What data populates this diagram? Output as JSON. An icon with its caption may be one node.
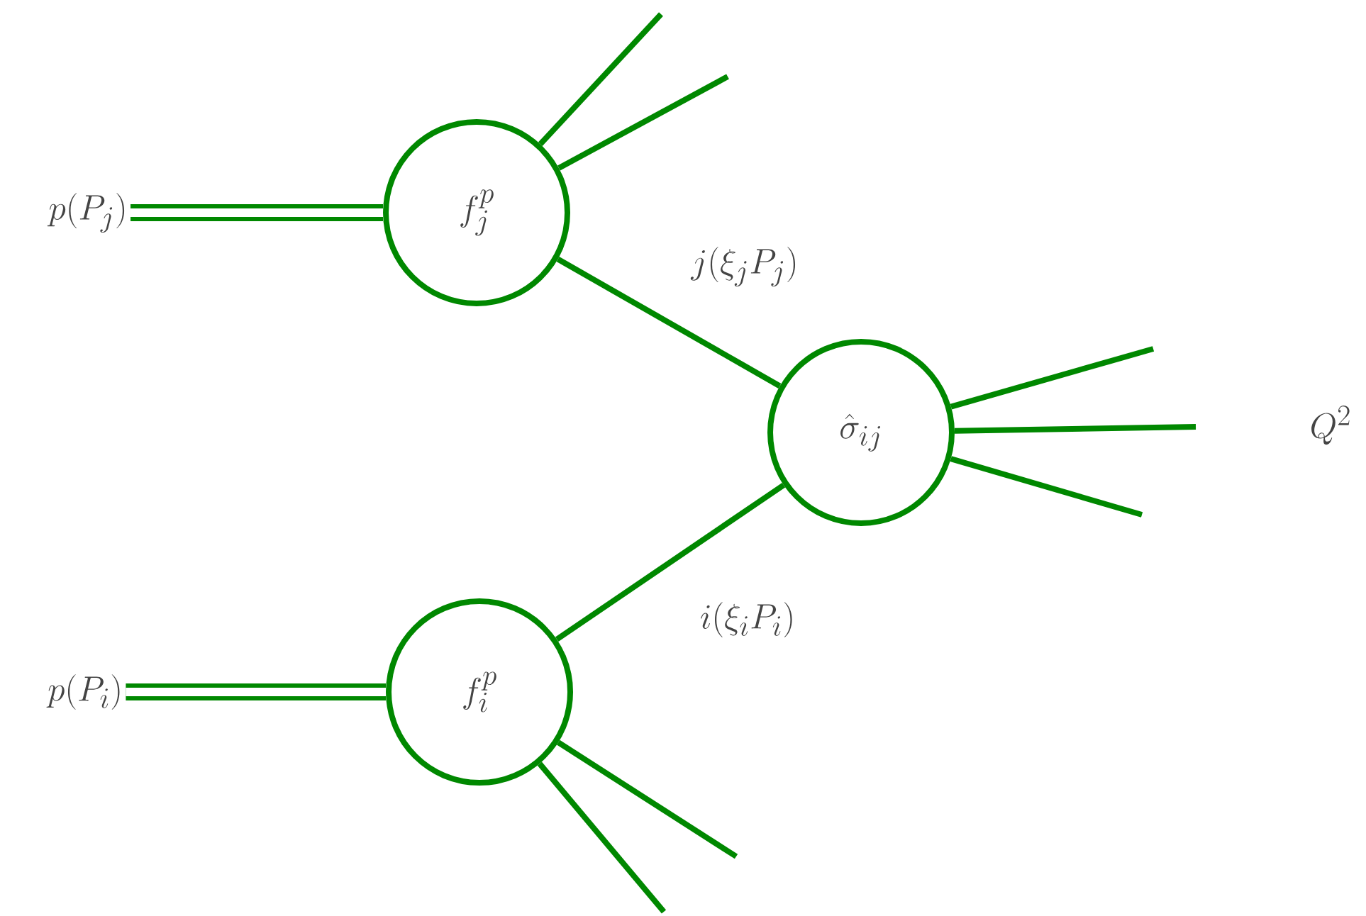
{
  "diagram": {
    "nodes": [
      {
        "text": [
          "p(P_j)"
        ]
      },
      {
        "text": [
          "f_j^p"
        ]
      },
      {
        "text": [
          "\\hat{\\sigma}_{ij}"
        ]
      },
      {
        "text": [
          "p(P_i)"
        ]
      },
      {
        "text": [
          "f_i^p"
        ]
      }
    ],
    "edges": [
      {
        "from": 0,
        "to": 1,
        "arrow": "none",
        "style": "thick"
      },
      {
        "from": 3,
        "to": 4,
        "arrow": "none",
        "style": "thick"
      },
      {
        "from": 1,
        "to": 2,
        "arrow": "none",
        "label": "j(\\xi_j P_j)"
      },
      {
        "from": 4,
        "to": 2,
        "arrow": "none",
        "label": "i(\\xi_i P_i)"
      },
      {
        "from": 1,
        "to": null,
        "arrow": "none"
      },
      {
        "from": 1,
        "to": null,
        "arrow": "none"
      },
      {
        "from": 2,
        "to": null,
        "arrow": "none"
      },
      {
        "from": 2,
        "to": null,
        "arrow": "none"
      },
      {
        "from": 2,
        "to": null,
        "arrow": "none"
      },
      {
        "from": 4,
        "to": null,
        "arrow": "none"
      },
      {
        "from": 4,
        "to": null,
        "arrow": "none"
      }
    ],
    "labels": [
      "Q^2"
    ]
  }
}
